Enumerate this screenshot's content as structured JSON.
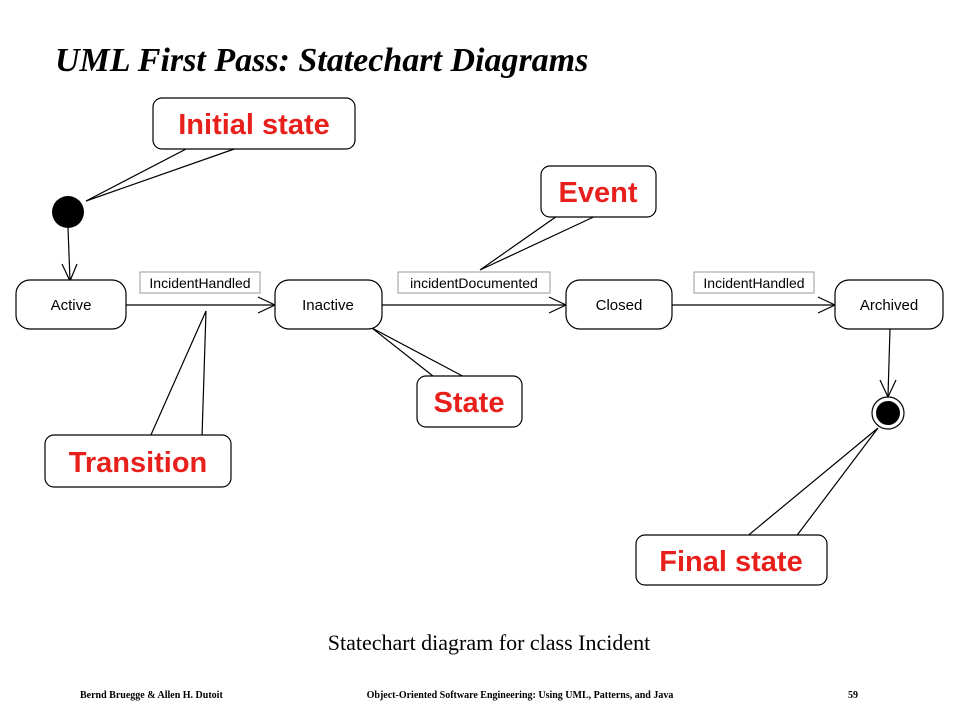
{
  "slide": {
    "title": "UML First Pass: Statechart Diagrams",
    "caption": "Statechart diagram for class Incident",
    "footer_left": "Bernd Bruegge & Allen H. Dutoit",
    "footer_center": "Object-Oriented Software Engineering: Using UML, Patterns, and Java",
    "page_number": "59"
  },
  "states": {
    "active": "Active",
    "inactive": "Inactive",
    "closed": "Closed",
    "archived": "Archived"
  },
  "transitions": {
    "active_to_inactive": "IncidentHandled",
    "inactive_to_closed": "incidentDocumented",
    "closed_to_archived": "IncidentHandled"
  },
  "callouts": {
    "initial_state": "Initial state",
    "event": "Event",
    "transition": "Transition",
    "state": "State",
    "final_state": "Final state"
  }
}
